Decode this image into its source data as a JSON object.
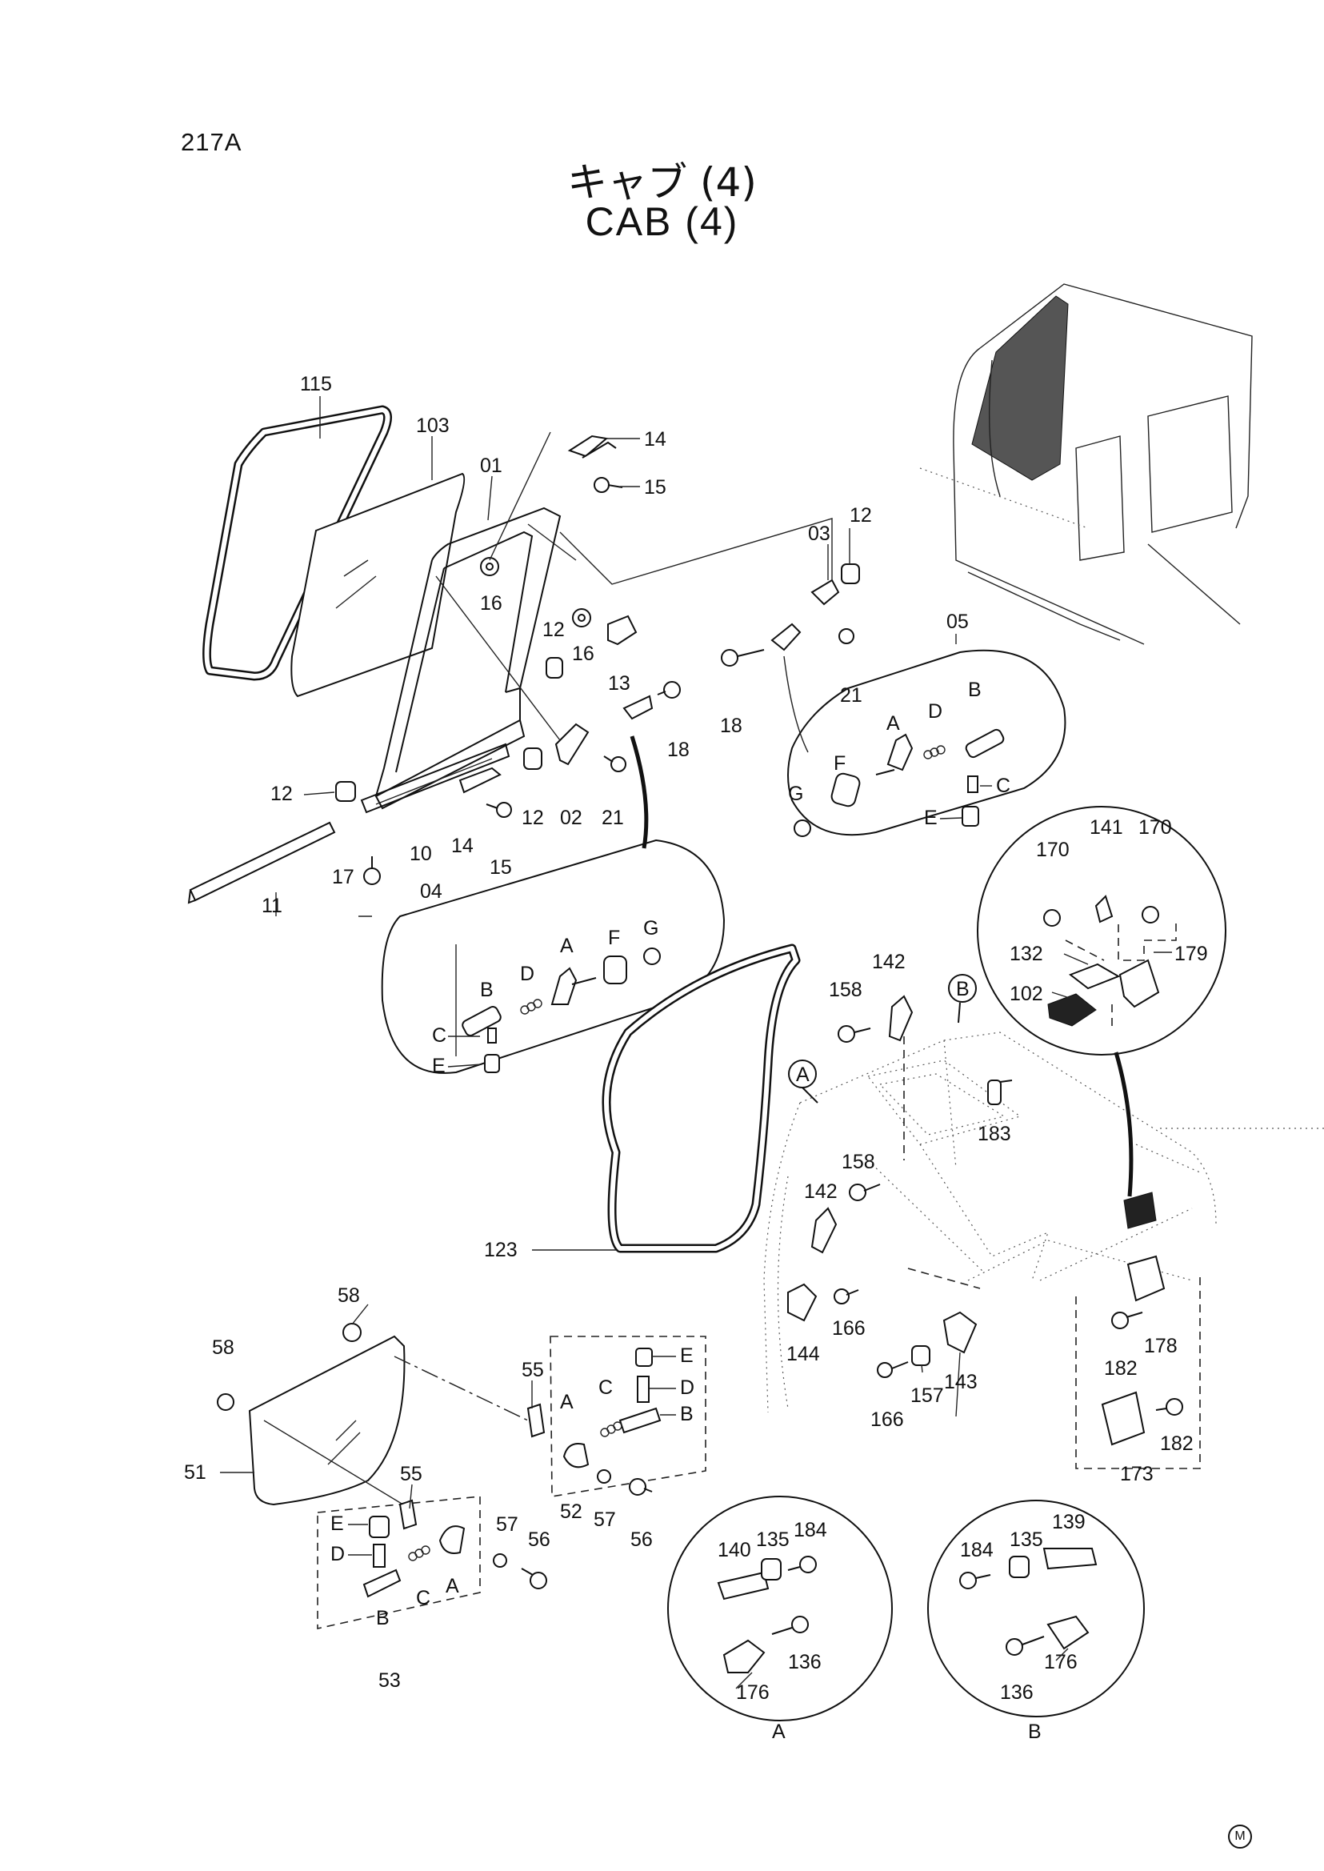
{
  "page": {
    "code": "217A",
    "title_jp": "キャブ (4)",
    "title_en": "CAB (4)",
    "mark": "M"
  },
  "callouts": {
    "n115": "115",
    "n103": "103",
    "n01": "01",
    "n14a": "14",
    "n15a": "15",
    "n16a": "16",
    "n12a": "12",
    "n16b": "16",
    "n13": "13",
    "n03": "03",
    "n12b": "12",
    "n21a": "21",
    "n18a": "18",
    "n05": "05",
    "n18b": "18",
    "n12c": "12",
    "n02": "02",
    "n21b": "21",
    "n12d": "12",
    "n10": "10",
    "n14b": "14",
    "n15b": "15",
    "n17": "17",
    "n11": "11",
    "n04": "04",
    "n123": "123",
    "n58a": "58",
    "n58b": "58",
    "n51": "51",
    "n55a": "55",
    "n55b": "55",
    "n52": "52",
    "n57a": "57",
    "n56a": "56",
    "n57b": "57",
    "n56b": "56",
    "n53": "53",
    "n158a": "158",
    "n142a": "142",
    "n158b": "158",
    "n142b": "142",
    "n183": "183",
    "n144": "144",
    "n166a": "166",
    "n143": "143",
    "n157": "157",
    "n166b": "166",
    "n182a": "182",
    "n178": "178",
    "n173": "173",
    "n182b": "182",
    "n170a": "170",
    "n141": "141",
    "n170b": "170",
    "n132": "132",
    "n179": "179",
    "n102": "102",
    "n184a": "184",
    "n140": "140",
    "n135a": "135",
    "n136a": "136",
    "n176a": "176",
    "n139": "139",
    "n135b": "135",
    "n184b": "184",
    "n136b": "136",
    "n176b": "176"
  },
  "letters": {
    "A": "A",
    "B": "B",
    "C": "C",
    "D": "D",
    "E": "E",
    "F": "F",
    "G": "G"
  },
  "views": {
    "view_a": "A",
    "view_b": "B"
  }
}
